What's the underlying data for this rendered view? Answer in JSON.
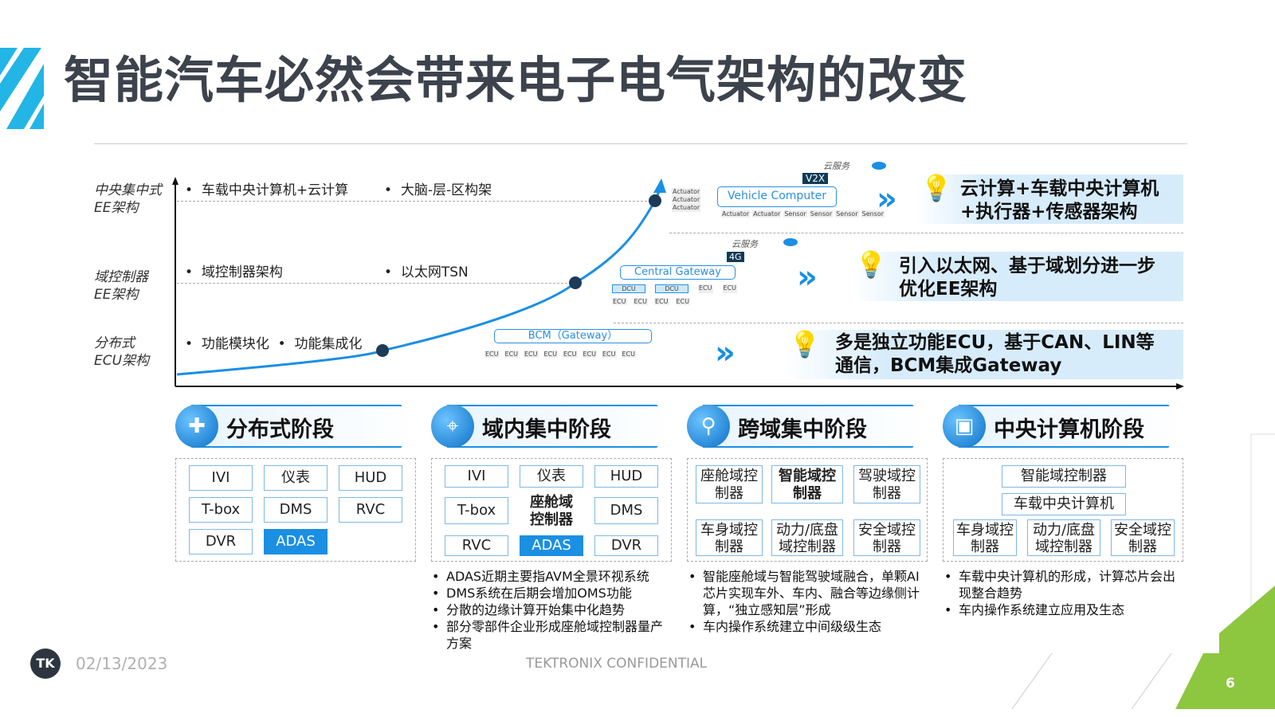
{
  "title": "智能汽车必然会带来电子电气架构的改变",
  "diagram": {
    "levels": [
      {
        "label1": "中央集中式",
        "label2": "EE架构",
        "bullets": [
          "车载中央计算机+云计算",
          "大脑-层-区构架"
        ]
      },
      {
        "label1": "域控制器",
        "label2": "EE架构",
        "bullets": [
          "域控制器架构",
          "以太网TSN"
        ]
      },
      {
        "label1": "分布式",
        "label2": "ECU架构",
        "bullets": [
          "功能模块化",
          "功能集成化"
        ]
      }
    ],
    "vehicle_computer": "Vehicle Computer",
    "v2x": "V2X",
    "cloud": "云服务",
    "g4": "4G",
    "central_gateway": "Central Gateway",
    "bcm": "BCM（Gateway）",
    "dcu": "DCU",
    "ecu": "ECU",
    "actuator": "Actuator",
    "sensor": "Sensor",
    "panels": [
      {
        "line1": "云计算+车载中央计算机",
        "line2": "+执行器+传感器架构"
      },
      {
        "line1": "引入以太网、基于域划分进一步",
        "line2": "优化EE架构"
      },
      {
        "line1": "多是独立功能ECU，基于CAN、LIN等",
        "line2": "通信，BCM集成Gateway"
      }
    ]
  },
  "stages": [
    {
      "label": "分布式阶段",
      "cells": [
        "IVI",
        "仪表",
        "HUD",
        "T-box",
        "DMS",
        "RVC",
        "DVR",
        "ADAS"
      ],
      "notes": []
    },
    {
      "label": "域内集中阶段",
      "cells": [
        "IVI",
        "仪表",
        "HUD",
        "T-box",
        "座舱域控制器",
        "DMS",
        "RVC",
        "ADAS",
        "DVR"
      ],
      "notes": [
        "ADAS近期主要指AVM全景环视系统",
        "DMS系统在后期会增加OMS功能",
        "分散的边缘计算开始集中化趋势",
        "部分零部件企业形成座舱域控制器量产方案"
      ]
    },
    {
      "label": "跨域集中阶段",
      "cells": [
        "座舱域控制器",
        "智能域控制器",
        "驾驶域控制器",
        "车身域控制器",
        "动力/底盘域控制器",
        "安全域控制器"
      ],
      "notes": [
        "智能座舱域与智能驾驶域融合，单颗AI芯片实现车外、车内、融合等边缘侧计算，“独立感知层”形成",
        "车内操作系统建立中间级级生态"
      ]
    },
    {
      "label": "中央计算机阶段",
      "cells": [
        "智能域控制器",
        "车载中央计算机",
        "车身域控制器",
        "动力/底盘域控制器",
        "安全域控制器"
      ],
      "notes": [
        "车载中央计算机的形成，计算芯片会出现整合趋势",
        "车内操作系统建立应用及生态"
      ]
    }
  ],
  "footer": {
    "date": "02/13/2023",
    "confidential": "TEKTRONIX CONFIDENTIAL",
    "page": "6",
    "logo": "TK"
  },
  "colors": {
    "accent": "#1a8fe3",
    "green": "#8dc63f",
    "cyan": "#22b5e6"
  }
}
